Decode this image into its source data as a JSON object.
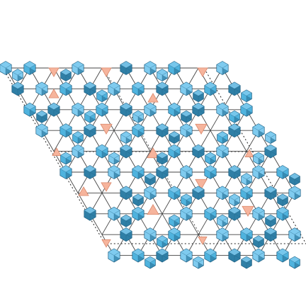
{
  "figure": {
    "kind": "crystal-structure-polyhedra",
    "projection": "along c-axis",
    "legend": []
  },
  "colors": {
    "background": "#ffffff",
    "octahedron_light": "#7fcbef",
    "octahedron_mid": "#4fb3de",
    "octahedron_dark": "#2f7fa6",
    "octahedron_edge": "#1e5e80",
    "triangle_fill": "#f6b49c",
    "triangle_edge": "#d9876a",
    "bond": "#444444",
    "cell_outline": "#222222"
  },
  "unit_cells": 2,
  "polyhedra": {
    "octahedra_type": "blue-octahedron",
    "triangle_type": "salmon-triangle"
  }
}
